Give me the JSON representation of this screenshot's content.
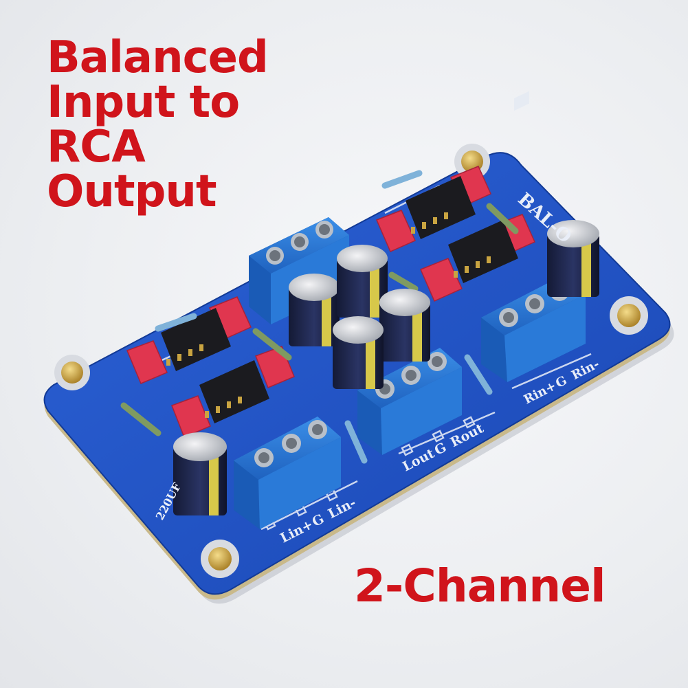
{
  "headline": {
    "lines": [
      "Balanced",
      "Input to",
      "RCA",
      "Output"
    ]
  },
  "corner_label": "2-Channel",
  "pcb_silkscreen": {
    "board_marking": "BAL-O",
    "input_left": [
      "Lin+",
      "G",
      "Lin-"
    ],
    "output": [
      "Lout",
      "G",
      "Rout"
    ],
    "input_right": [
      "Rin+",
      "G",
      "Rin-"
    ],
    "cap_marking": "220UF"
  },
  "colors": {
    "pcb_blue": "#1b4fc2",
    "text_red": "#d0141b",
    "terminal_blue": "#2a7ad8",
    "film_cap_red": "#e0364f"
  }
}
